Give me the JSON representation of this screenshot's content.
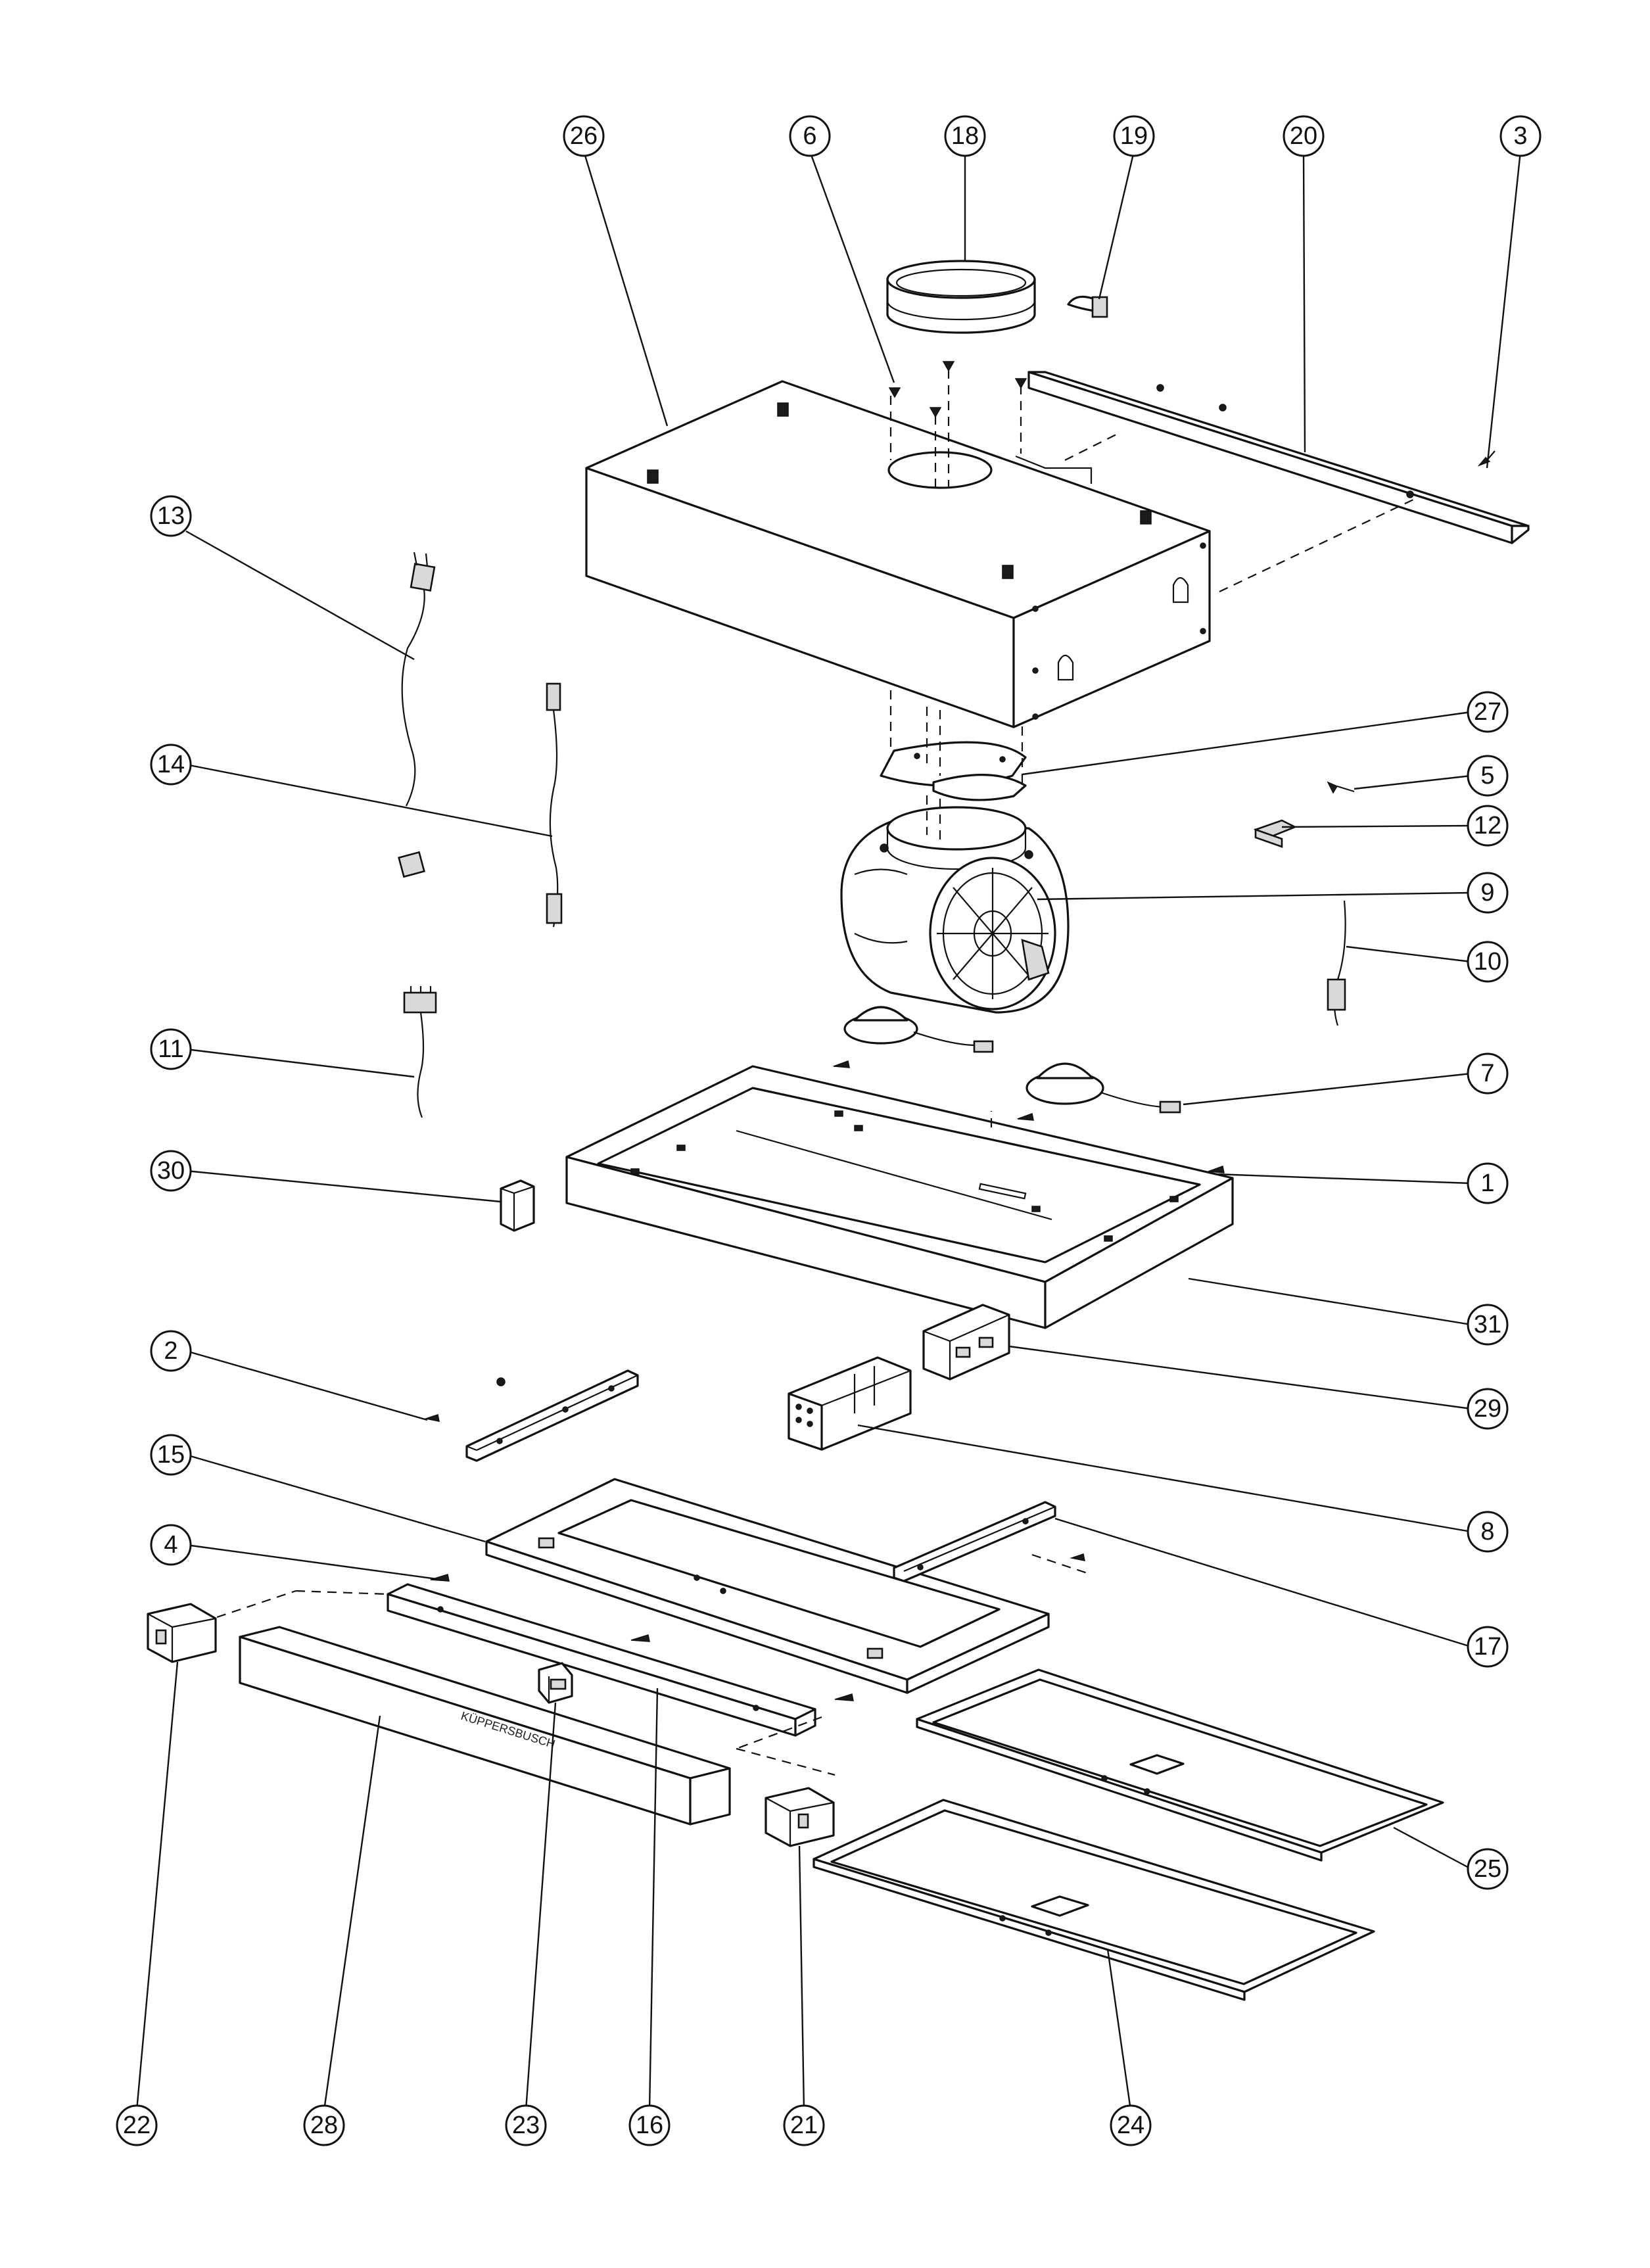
{
  "brand_label": "KÜPPERSBUSCH",
  "callouts": [
    {
      "num": "26"
    },
    {
      "num": "6"
    },
    {
      "num": "18"
    },
    {
      "num": "19"
    },
    {
      "num": "20"
    },
    {
      "num": "3"
    },
    {
      "num": "13"
    },
    {
      "num": "14"
    },
    {
      "num": "27"
    },
    {
      "num": "5"
    },
    {
      "num": "12"
    },
    {
      "num": "9"
    },
    {
      "num": "10"
    },
    {
      "num": "11"
    },
    {
      "num": "7"
    },
    {
      "num": "30"
    },
    {
      "num": "1"
    },
    {
      "num": "31"
    },
    {
      "num": "2"
    },
    {
      "num": "29"
    },
    {
      "num": "8"
    },
    {
      "num": "15"
    },
    {
      "num": "17"
    },
    {
      "num": "4"
    },
    {
      "num": "25"
    },
    {
      "num": "22"
    },
    {
      "num": "28"
    },
    {
      "num": "23"
    },
    {
      "num": "16"
    },
    {
      "num": "21"
    },
    {
      "num": "24"
    }
  ]
}
